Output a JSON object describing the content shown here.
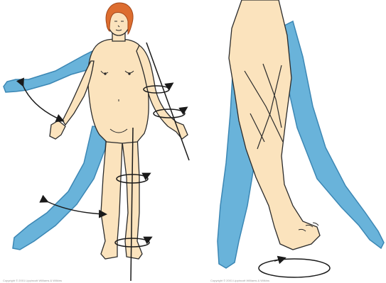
{
  "figure": {
    "panels": [
      {
        "id": "left",
        "subject": "standing-female-figure",
        "rotation_axes": [
          "arm",
          "leg"
        ]
      },
      {
        "id": "right",
        "subject": "leg-close-up",
        "rotation_axes": [
          "leg"
        ]
      }
    ]
  },
  "colors": {
    "skin": "#fbe3bd",
    "skin_shade": "#eec99a",
    "blue_limb": "#69b3da",
    "blue_dark": "#3c87b4",
    "hair": "#dd6d2f",
    "outline": "#2b2b2b",
    "arrow": "#1a1a1a"
  },
  "credits": {
    "left": "Copyright © 2001 Lippincott Williams & Wilkins",
    "right": "Copyright © 2001 Lippincott Williams & Wilkins"
  }
}
